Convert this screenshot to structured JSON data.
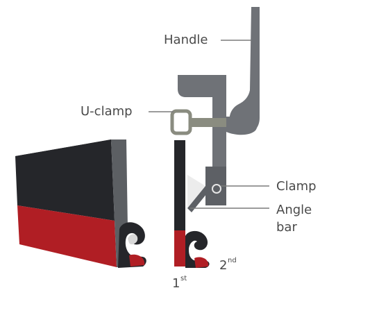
{
  "labels": {
    "handle": "Handle",
    "u_clamp": "U-clamp",
    "clamp": "Clamp",
    "angle_bar_line1": "Angle",
    "angle_bar_line2": "bar",
    "first_num": "1",
    "first_sup": "st",
    "second_num": "2",
    "second_sup": "nd"
  },
  "colors": {
    "rubber_black": "#25262a",
    "rubber_top": "#3b3d40",
    "rubber_side": "#5c5f63",
    "rubber_red": "#b01e24",
    "rubber_red_dark": "#8e171c",
    "tool_gray": "#6f7277",
    "tool_gray_dark": "#5d6065",
    "screw": "#8a8c80",
    "angle_bar": "#ececec",
    "label": "#4a4a4a",
    "leader": "#7a7a7a"
  }
}
